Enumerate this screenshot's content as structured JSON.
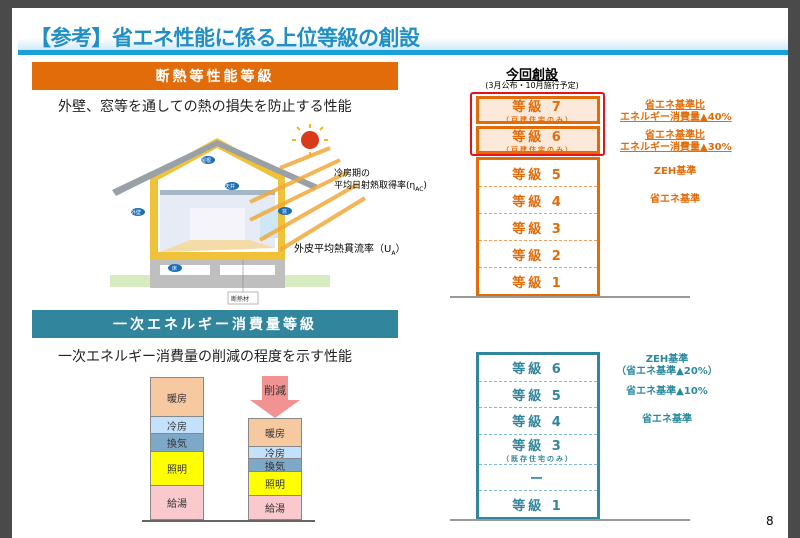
{
  "title": "【参考】省エネ性能に係る上位等級の創設",
  "insulation": {
    "header": "断熱等性能等級",
    "description": "外壁、窓等を通しての熱の損失を防止する性能",
    "diagram": {
      "roof": "屋根",
      "ceiling": "天井",
      "wall": "外壁",
      "window": "窓",
      "floor": "床",
      "insulation_material": "断熱材",
      "solar_label_1": "冷房期の",
      "solar_label_2": "平均日射熱取得率(η",
      "solar_sub": "AC",
      "solar_close": ")",
      "ua_label": "外皮平均熱貫流率（U",
      "ua_sub": "A",
      "ua_close": "）"
    }
  },
  "new": {
    "heading": "今回創設",
    "note": "(3月公布・10月施行予定)"
  },
  "insulation_grades": [
    {
      "label": "等級 7",
      "sub": "（戸建住宅のみ）",
      "note1": "省エネ基準比",
      "note2": "エネルギー消費量▲40%"
    },
    {
      "label": "等級 6",
      "sub": "（戸建住宅のみ）",
      "note1": "省エネ基準比",
      "note2": "エネルギー消費量▲30%"
    },
    {
      "label": "等級 5",
      "note1": "ZEH基準"
    },
    {
      "label": "等級 4",
      "note1": "省エネ基準"
    },
    {
      "label": "等級 3"
    },
    {
      "label": "等級 2"
    },
    {
      "label": "等級 1"
    }
  ],
  "energy": {
    "header": "一次エネルギー消費量等級",
    "description": "一次エネルギー消費量の削減の程度を示す性能",
    "reduction_label": "削減",
    "bars": {
      "before": [
        "暖房",
        "冷房",
        "換気",
        "照明",
        "給湯"
      ],
      "after": [
        "暖房",
        "冷房",
        "換気",
        "照明",
        "給湯"
      ]
    }
  },
  "energy_grades": [
    {
      "label": "等級 6",
      "note1": "ZEH基準",
      "note2": "（省エネ基準▲20%）"
    },
    {
      "label": "等級 5",
      "note1": "省エネ基準▲10%"
    },
    {
      "label": "等級 4",
      "note1": "省エネ基準"
    },
    {
      "label": "等級 3",
      "sub": "（既存住宅のみ）"
    },
    {
      "label": "ー"
    },
    {
      "label": "等級 1"
    }
  ],
  "page_number": "8",
  "colors": {
    "orange": "#e36c0a",
    "teal": "#31859c",
    "title_blue": "#1f8fc6",
    "red": "#e8101a"
  }
}
